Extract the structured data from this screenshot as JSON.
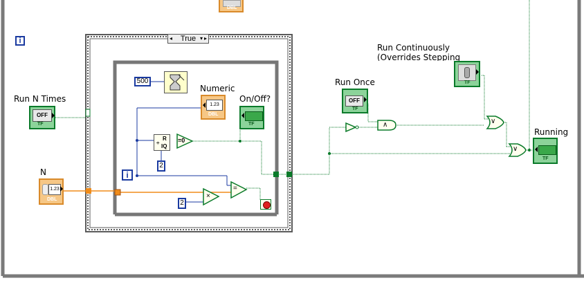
{
  "diagram": {
    "case_selector_value": "True",
    "loop_index_glyph": "i",
    "outer_index_glyph": "i",
    "labels": {
      "run_n_times": "Run N Times",
      "n": "N",
      "numeric": "Numeric",
      "on_off": "On/Off?",
      "run_once": "Run Once",
      "run_continuously_line1": "Run Continuously",
      "run_continuously_line2": "(Overrides Stepping",
      "running": "Running"
    },
    "constants": {
      "wait_ms": "500",
      "modulo_divisor": "2",
      "multiplier": "2"
    },
    "terminals": {
      "numeric_text": "1.23",
      "numeric_type": "DBL",
      "n_text": "1.23",
      "n_type": "DBL",
      "top_type": "DBL",
      "bool_type": "TF",
      "off_text": "OFF",
      "quotient_r": "R",
      "quotient_iq": "IQ",
      "eq_zero": "=0",
      "multiply": "×",
      "equals": "=",
      "and_symbol": "∧",
      "or_symbol": "∨"
    },
    "colors": {
      "bool_wire": "#0a7a2a",
      "num_wire_dbl": "#f08c1a",
      "int_wire": "#1a3aa0",
      "while_loop_border": "#777777",
      "case_border": "#5a5a5a"
    }
  }
}
